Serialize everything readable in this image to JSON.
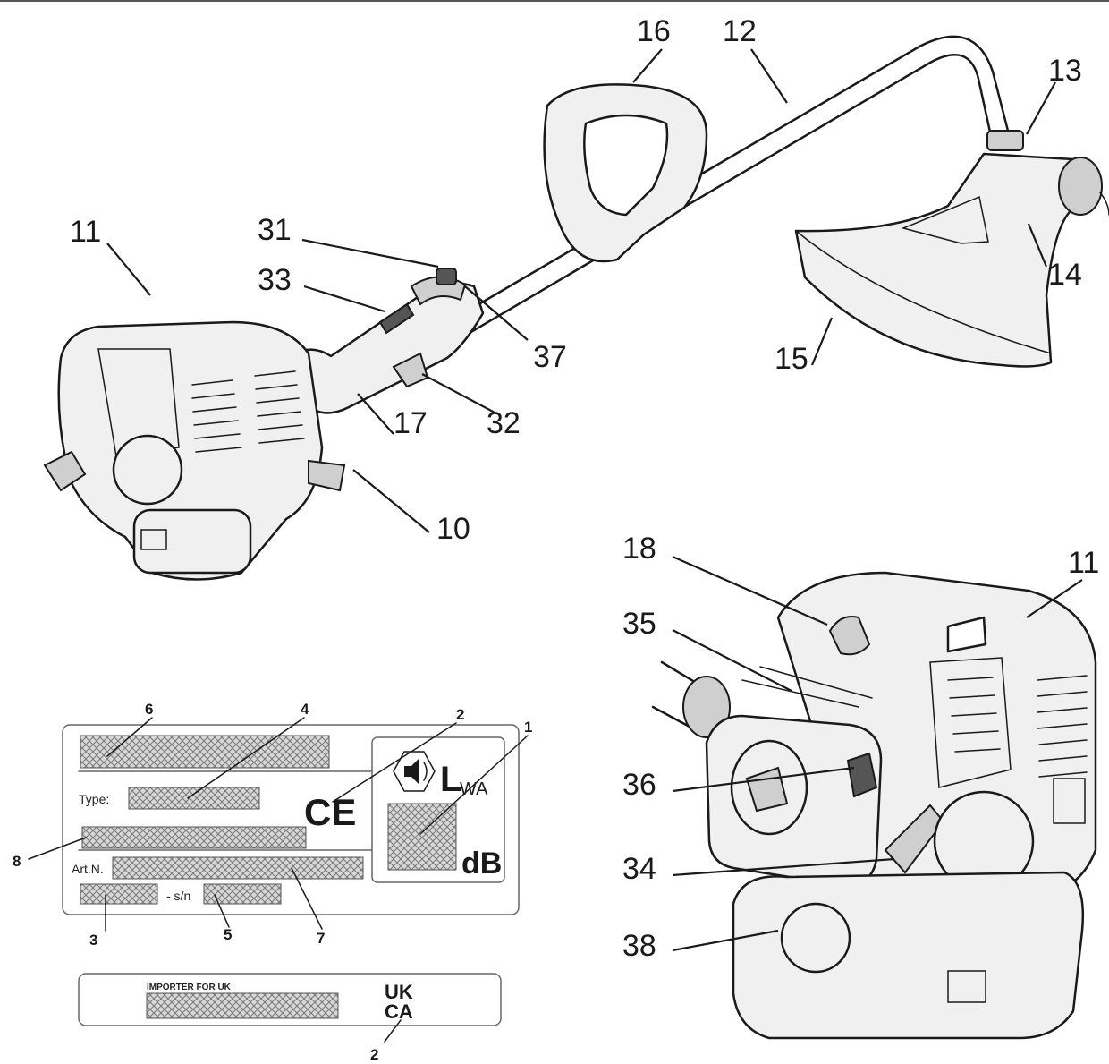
{
  "trimmer_callouts": {
    "c16": "16",
    "c12": "12",
    "c13": "13",
    "c11": "11",
    "c31": "31",
    "c33": "33",
    "c37": "37",
    "c14": "14",
    "c15": "15",
    "c17": "17",
    "c32": "32",
    "c10": "10"
  },
  "engine_callouts": {
    "c18": "18",
    "c11": "11",
    "c35": "35",
    "c36": "36",
    "c34": "34",
    "c38": "38"
  },
  "rating_plate": {
    "callouts": {
      "c6": "6",
      "c4": "4",
      "c2": "2",
      "c1": "1",
      "c8": "8",
      "c3": "3",
      "c5": "5",
      "c7": "7"
    },
    "type_label": "Type:",
    "artn_label": "Art.N.",
    "sn_label": "- s/n",
    "ce_mark": "CE",
    "lwa_L": "L",
    "lwa_sub": "WA",
    "db_unit": "dB"
  },
  "uk_plate": {
    "importer_label": "IMPORTER FOR UK",
    "ukca_line1": "UK",
    "ukca_line2": "CA",
    "callout": "2"
  }
}
